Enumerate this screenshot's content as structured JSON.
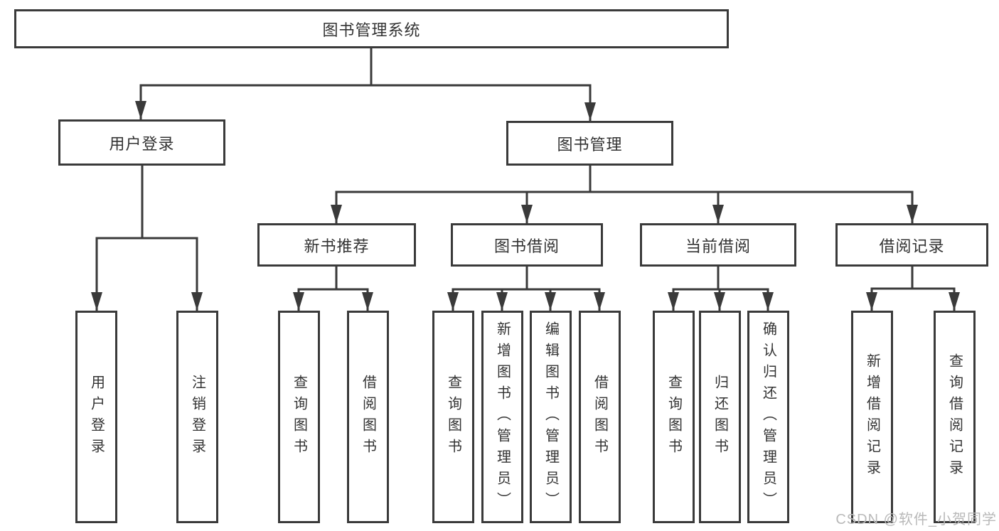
{
  "colors": {
    "line": "#3a3a3a",
    "text": "#333333",
    "background": "#ffffff",
    "watermark": "#b9b9b9"
  },
  "diagram": {
    "root": {
      "label": "图书管理系统"
    },
    "branches": [
      {
        "label": "用户登录",
        "children": [
          {
            "label": "用户登录"
          },
          {
            "label": "注销登录"
          }
        ]
      },
      {
        "label": "图书管理",
        "children": [
          {
            "label": "新书推荐",
            "children": [
              {
                "label": "查询图书"
              },
              {
                "label": "借阅图书"
              }
            ]
          },
          {
            "label": "图书借阅",
            "children": [
              {
                "label": "查询图书"
              },
              {
                "label": "新增图书（管理员）"
              },
              {
                "label": "编辑图书（管理员）"
              },
              {
                "label": "借阅图书"
              }
            ]
          },
          {
            "label": "当前借阅",
            "children": [
              {
                "label": "查询图书"
              },
              {
                "label": "归还图书"
              },
              {
                "label": "确认归还（管理员）"
              }
            ]
          },
          {
            "label": "借阅记录",
            "children": [
              {
                "label": "新增借阅记录"
              },
              {
                "label": "查询借阅记录"
              }
            ]
          }
        ]
      }
    ]
  },
  "watermark": {
    "text": "CSDN @软件_小贺同学"
  }
}
